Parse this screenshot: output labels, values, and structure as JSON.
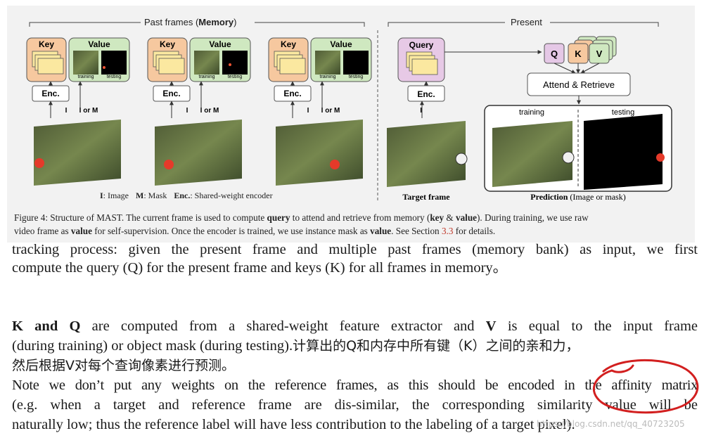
{
  "figure": {
    "past_header": "Past frames (",
    "past_header_bold": "Memory",
    "past_header_end": ")",
    "present_header": "Present",
    "key_label": "Key",
    "value_label": "Value",
    "query_label": "Query",
    "enc_label": "Enc.",
    "training_label": "training",
    "testing_label": "testing",
    "input_i": "I",
    "input_i_or_m": "I or M",
    "q_block": "Q",
    "k_block": "K",
    "v_block": "V",
    "attend_label": "Attend & Retrieve",
    "pred_training": "training",
    "pred_testing": "testing",
    "legend_i": "I",
    "legend_i_text": ": Image",
    "legend_m": "M",
    "legend_m_text": ": Mask",
    "legend_enc": "Enc.",
    "legend_enc_text": ": Shared-weight encoder",
    "target_frame_label": "Target frame",
    "prediction_label": "Prediction",
    "prediction_suffix": " (Image or mask)"
  },
  "caption": {
    "p1": "Figure 4: Structure of MAST. The current frame is used to compute ",
    "query": "query",
    "p2": " to attend and retrieve from memory (",
    "kv": "key",
    "amp": " & ",
    "value": "value",
    "p3": "). During training, we use raw",
    "p4": "video frame as ",
    "value2": "value",
    "p5": " for self-supervision. Once the encoder is trained, we use instance mask as ",
    "value3": "value",
    "p6": ". See Section ",
    "section_ref": "3.3",
    "p7": " for details."
  },
  "body": {
    "para1_line1": "tracking process: given the present frame and multiple past frames (memory bank) as input, we first",
    "para1_line2": "compute the query (Q) for the present frame and keys (K) for all frames in memory。",
    "para2_k_and_q": "K and Q",
    "para2_line1_mid": " are computed from a shared-weight feature extractor and ",
    "para2_v": "V",
    "para2_line1_end": " is equal to the input frame",
    "para2_line2": "(during training) or object mask (during testing).",
    "para2_line2_cn": "计算出的Q和内存中所有键（K）之间的亲和力，",
    "para2_line3_cn": "然后根据V对每个查询像素进行预测。",
    "para3_line1": "Note we don’t put any weights on the reference frames, as this should be encoded in the affinity matrix",
    "para3_line2": "(e.g. when a target and reference frame are dis-similar, the corresponding similarity value will be",
    "para3_line3": "naturally low; thus the reference label will have less contribution to the labeling of a target pixel)."
  },
  "watermark": "https://blog.csdn.net/qq_40723205",
  "colors": {
    "key_box": "#f6c89f",
    "value_box": "#cfe8c0",
    "query_box": "#e7c9e6",
    "kv_block_q": "#e5c8e6",
    "kv_block_k": "#f6c89f",
    "kv_block_v": "#cfe8c0",
    "annotation_red": "#d21f1f"
  }
}
